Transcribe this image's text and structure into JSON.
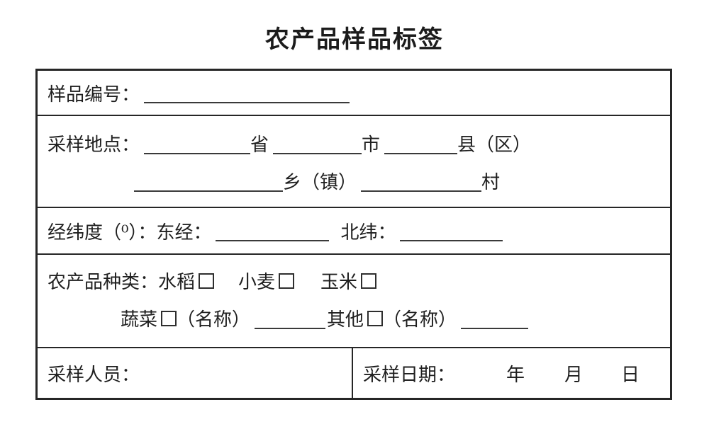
{
  "page": {
    "title": "农产品样品标签"
  },
  "form": {
    "sample_no": {
      "label": "样品编号：",
      "value": ""
    },
    "location": {
      "label": "采样地点：",
      "province_suffix": "省",
      "city_suffix": "市",
      "county_suffix": "县（区）",
      "township_suffix": "乡（镇）",
      "village_suffix": "村"
    },
    "coordinates": {
      "label": "经纬度（⁰）：",
      "east_label": "东经：",
      "north_label": "北纬："
    },
    "product_type": {
      "label": "农产品种类：",
      "options": [
        {
          "label": "水稻"
        },
        {
          "label": "小麦"
        },
        {
          "label": "玉米"
        },
        {
          "label": "蔬菜",
          "name_label": "（名称）"
        },
        {
          "label": "其他",
          "name_label": "（名称）"
        }
      ]
    },
    "sampler": {
      "label": "采样人员：",
      "value": ""
    },
    "date": {
      "label": "采样日期：",
      "year_label": "年",
      "month_label": "月",
      "day_label": "日"
    }
  },
  "colors": {
    "ink": "#1f1f1f",
    "border": "#262626",
    "blank_line": "#3a3a3a"
  }
}
